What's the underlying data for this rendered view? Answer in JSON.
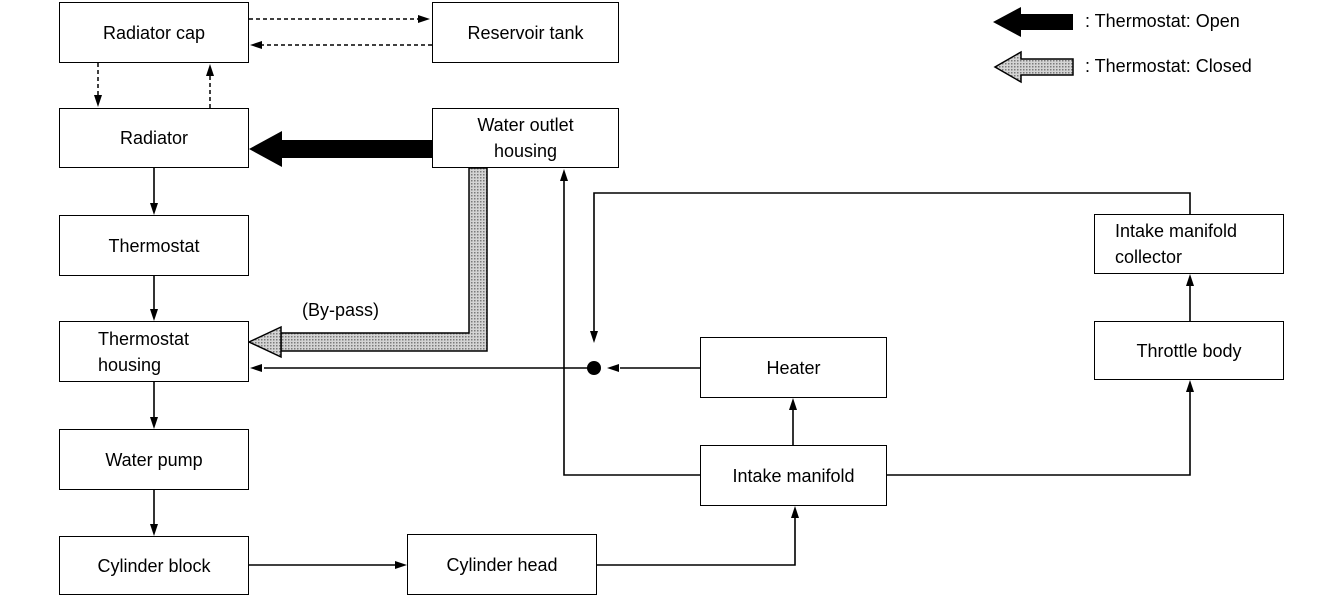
{
  "nodes": {
    "radiator_cap": "Radiator cap",
    "reservoir_tank": "Reservoir tank",
    "radiator": "Radiator",
    "water_outlet_housing": "Water outlet\nhousing",
    "thermostat": "Thermostat",
    "thermostat_housing": "Thermostat\nhousing",
    "water_pump": "Water pump",
    "cylinder_block": "Cylinder block",
    "cylinder_head": "Cylinder head",
    "intake_manifold": "Intake manifold",
    "heater": "Heater",
    "throttle_body": "Throttle body",
    "intake_manifold_collector": "Intake manifold\ncollector"
  },
  "bypass_label": "(By-pass)",
  "legend": {
    "open": ": Thermostat: Open",
    "closed": ": Thermostat: Closed"
  },
  "colors": {
    "line": "#000000",
    "closed_fill": "#b8b8b8"
  }
}
